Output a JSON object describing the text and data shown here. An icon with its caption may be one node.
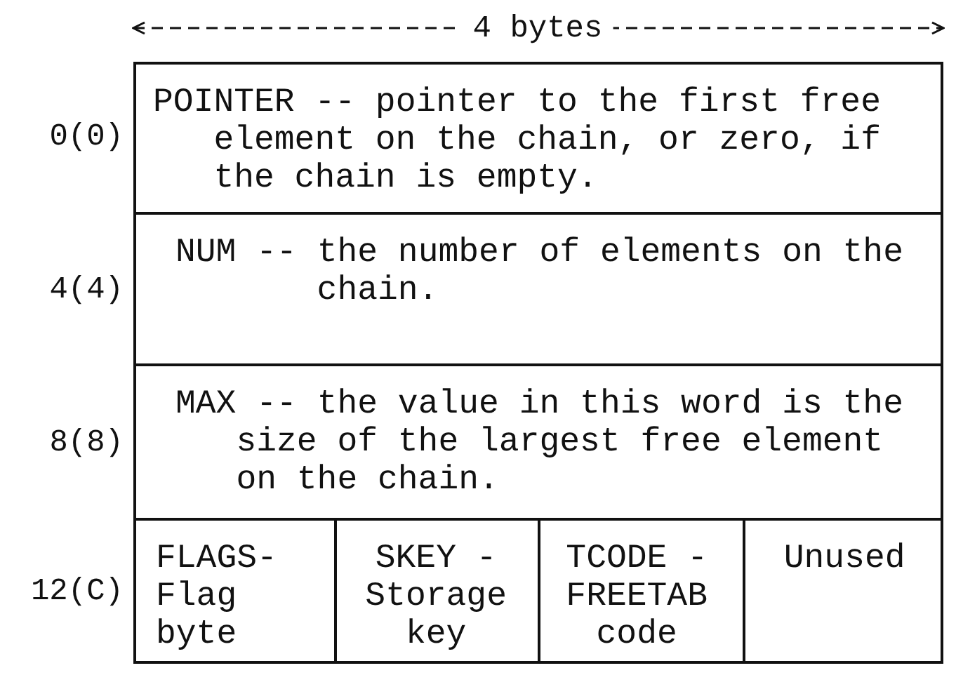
{
  "diagram": {
    "nodes": [
      {
        "text": [
          "POINTER -- pointer to the first free element on the chain, or zero, if the chain is empty."
        ]
      },
      {
        "text": [
          "NUM -- the number of elements on the chain."
        ]
      },
      {
        "text": [
          "MAX -- the value in this word is the size of the largest free element on the chain."
        ]
      },
      {
        "text": [
          "FLAGS- Flag byte"
        ]
      },
      {
        "text": [
          "SKEY - Storage key"
        ]
      },
      {
        "text": [
          "TCODE - FREETAB code"
        ]
      },
      {
        "text": [
          "Unused"
        ]
      }
    ],
    "labels": [
      "4 bytes",
      "0(0)",
      "4(4)",
      "8(8)",
      "12(C)"
    ]
  }
}
